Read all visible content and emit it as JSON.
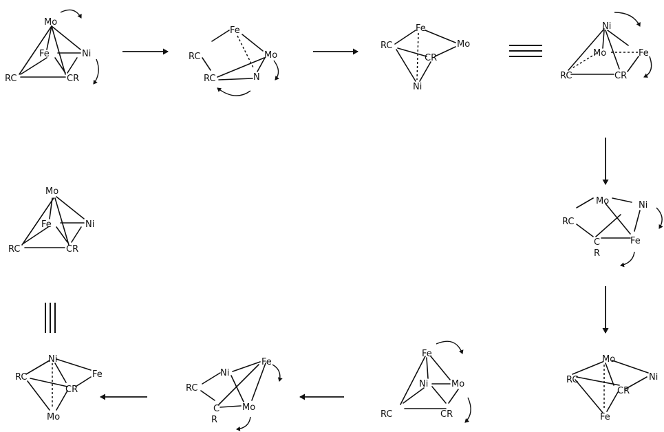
{
  "structures": [
    {
      "id": "s1",
      "labels": {
        "top": "Mo",
        "fe": "Fe",
        "ni": "Ni",
        "rc": "RC",
        "cr": "CR"
      }
    },
    {
      "id": "s2",
      "labels": {
        "fe": "Fe",
        "mo": "Mo",
        "rc1": "RC",
        "rc2": "RC",
        "n": "N"
      }
    },
    {
      "id": "s3",
      "labels": {
        "fe": "Fe",
        "mo": "Mo",
        "rc": "RC",
        "cr": "CR",
        "ni": "Ni"
      }
    },
    {
      "id": "s4",
      "labels": {
        "ni": "Ni",
        "mo": "Mo",
        "fe": "Fe",
        "rc": "RC",
        "cr": "CR"
      }
    },
    {
      "id": "s5",
      "labels": {
        "mo": "Mo",
        "ni": "Ni",
        "rc": "RC",
        "c": "C",
        "r": "R",
        "fe": "Fe"
      }
    },
    {
      "id": "s6",
      "labels": {
        "mo": "Mo",
        "rc": "RC",
        "cr": "CR",
        "ni": "Ni",
        "fe": "Fe"
      }
    },
    {
      "id": "s7",
      "labels": {
        "fe": "Fe",
        "ni": "Ni",
        "mo": "Mo",
        "rc": "RC",
        "cr": "CR"
      }
    },
    {
      "id": "s8",
      "labels": {
        "fe": "Fe",
        "ni": "Ni",
        "rc": "RC",
        "c": "C",
        "r": "R",
        "mo": "Mo"
      }
    },
    {
      "id": "s9",
      "labels": {
        "ni": "Ni",
        "rc": "RC",
        "fe": "Fe",
        "cr": "CR",
        "mo": "Mo"
      }
    },
    {
      "id": "s10",
      "labels": {
        "mo": "Mo",
        "fe": "Fe",
        "ni": "Ni",
        "rc": "RC",
        "cr": "CR"
      }
    }
  ]
}
